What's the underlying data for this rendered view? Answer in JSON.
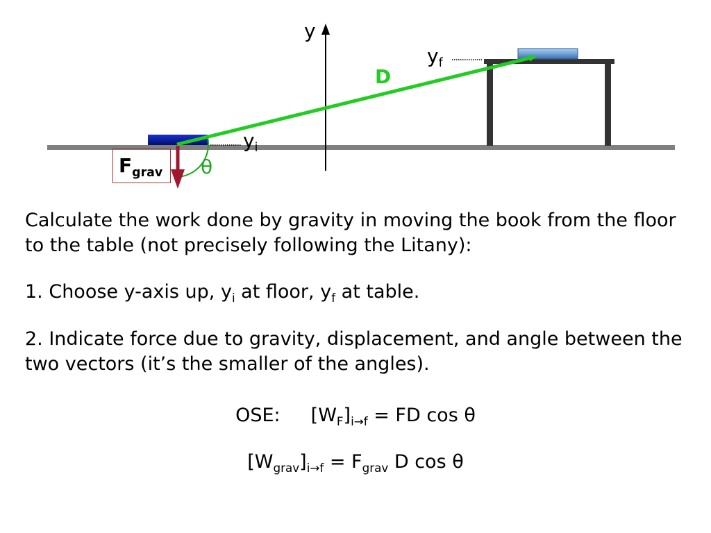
{
  "diagram": {
    "y_axis_label": "y",
    "yf_label": {
      "base": "y",
      "sub": "f"
    },
    "yi_label": {
      "base": "y",
      "sub": "i"
    },
    "displacement_label": "D",
    "angle_label": "θ",
    "force_label": {
      "base": "F",
      "sub": "grav"
    },
    "colors": {
      "floor": "#808080",
      "table": "#333333",
      "displacement": "#22cc22",
      "force": "#a01830",
      "book_floor": "#0a1aa0",
      "book_table": "#7fb0e0"
    }
  },
  "text": {
    "intro": "Calculate the work done by gravity in moving the book from the floor to the table (not precisely following the Litany):",
    "step1": {
      "part1": "1. Choose y-axis up, y",
      "sub1": "i",
      "part2": " at floor, y",
      "sub2": "f",
      "part3": " at table."
    },
    "step2": "2. Indicate force due to gravity, displacement, and angle between the two vectors (it’s the smaller of the angles)."
  },
  "equations": {
    "ose": {
      "label": "OSE:",
      "open": "[W",
      "sub_f": "F",
      "close": "]",
      "sub_range": "i→f",
      "rhs": " = FD cos θ"
    },
    "grav": {
      "open": "[W",
      "sub_w": "grav",
      "close": "]",
      "sub_range": "i→f",
      "eq": " = F",
      "sub_f": "grav",
      "rhs": " D cos θ"
    }
  }
}
